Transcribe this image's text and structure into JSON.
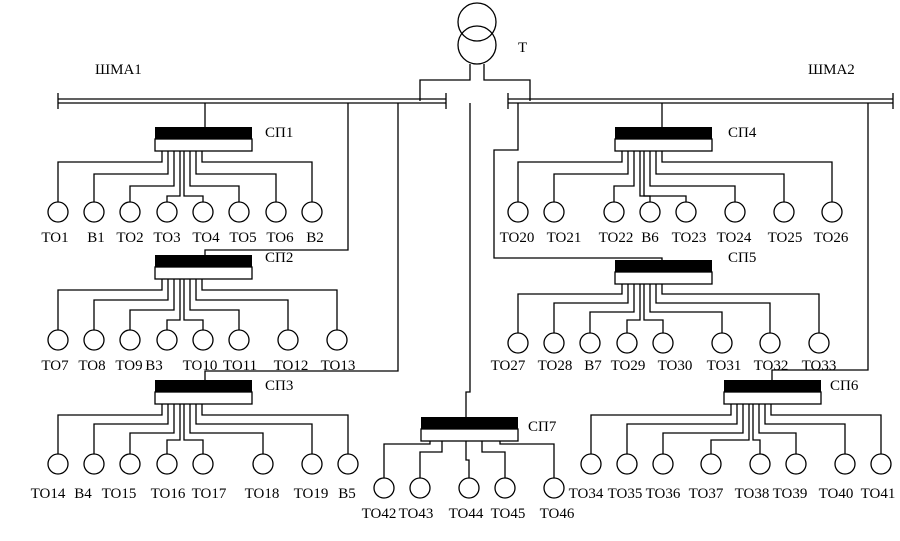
{
  "transformer": {
    "label": "T"
  },
  "busbars": {
    "left": "ШМА1",
    "right": "ШМА2"
  },
  "panels": [
    {
      "id": "SP1",
      "label": "СП1",
      "consumers": [
        "ТО1",
        "В1",
        "ТО2",
        "ТО3",
        "ТО4",
        "ТО5",
        "ТО6",
        "В2"
      ]
    },
    {
      "id": "SP2",
      "label": "СП2",
      "consumers": [
        "ТО7",
        "ТО8",
        "ТО9",
        "В3",
        "ТО10",
        "ТО11",
        "ТО12",
        "ТО13"
      ]
    },
    {
      "id": "SP3",
      "label": "СП3",
      "consumers": [
        "ТО14",
        "В4",
        "ТО15",
        "ТО16",
        "ТО17",
        "ТО18",
        "ТО19",
        "В5"
      ]
    },
    {
      "id": "SP4",
      "label": "СП4",
      "consumers": [
        "ТО20",
        "ТО21",
        "ТО22",
        "В6",
        "ТО23",
        "ТО24",
        "ТО25",
        "ТО26"
      ]
    },
    {
      "id": "SP5",
      "label": "СП5",
      "consumers": [
        "ТО27",
        "ТО28",
        "В7",
        "ТО29",
        "ТО30",
        "ТО31",
        "ТО32",
        "ТО33"
      ]
    },
    {
      "id": "SP6",
      "label": "СП6",
      "consumers": [
        "ТО34",
        "ТО35",
        "ТО36",
        "ТО37",
        "ТО38",
        "ТО39",
        "ТО40",
        "ТО41"
      ]
    },
    {
      "id": "SP7",
      "label": "СП7",
      "consumers": [
        "ТО42",
        "ТО43",
        "ТО44",
        "ТО45",
        "ТО46"
      ]
    }
  ]
}
